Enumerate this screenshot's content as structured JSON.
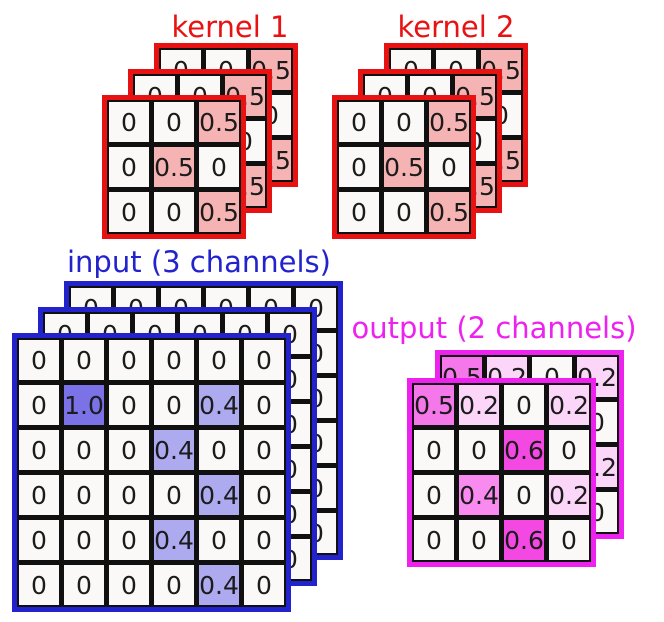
{
  "kernels": [
    {
      "label": "kernel 1",
      "num_layers": 3,
      "matrix": [
        [
          "0",
          "0",
          "0.5"
        ],
        [
          "0",
          "0.5",
          "0"
        ],
        [
          "0",
          "0",
          "0.5"
        ]
      ]
    },
    {
      "label": "kernel 2",
      "num_layers": 3,
      "matrix": [
        [
          "0",
          "0",
          "0.5"
        ],
        [
          "0",
          "0.5",
          "0"
        ],
        [
          "0",
          "0",
          "0.5"
        ]
      ]
    }
  ],
  "input": {
    "label": "input (3 channels)",
    "num_layers": 3,
    "matrix": [
      [
        "0",
        "0",
        "0",
        "0",
        "0",
        "0"
      ],
      [
        "0",
        "1.0",
        "0",
        "0",
        "0.4",
        "0"
      ],
      [
        "0",
        "0",
        "0",
        "0.4",
        "0",
        "0"
      ],
      [
        "0",
        "0",
        "0",
        "0",
        "0.4",
        "0"
      ],
      [
        "0",
        "0",
        "0",
        "0.4",
        "0",
        "0"
      ],
      [
        "0",
        "0",
        "0",
        "0",
        "0.4",
        "0"
      ]
    ]
  },
  "output": {
    "label": "output (2 channels)",
    "num_layers": 2,
    "matrix": [
      [
        "0.5",
        "0.2",
        "0",
        "0.2"
      ],
      [
        "0",
        "0",
        "0.6",
        "0"
      ],
      [
        "0",
        "0.4",
        "0",
        "0.2"
      ],
      [
        "0",
        "0",
        "0.6",
        "0"
      ]
    ]
  },
  "frame_colors": {
    "kernel": "#e81212",
    "input": "#2323cd",
    "output": "#ee22ee"
  },
  "label_colors": {
    "kernel": "#e81212",
    "input": "#2323cd",
    "output": "#ee22ee"
  },
  "value_colors": {
    "kernel": {
      "0.5": "#f6b3b3"
    },
    "input": {
      "1.0": "#7b72e8",
      "0.4": "#adaaf0"
    },
    "output": {
      "0.6": "#f448e3",
      "0.5": "#f478ea",
      "0.4": "#f88af0",
      "0.2": "#fcd6f8"
    }
  },
  "grid_line_color": "#101010",
  "cell_bg_color": "#fbf8f8"
}
